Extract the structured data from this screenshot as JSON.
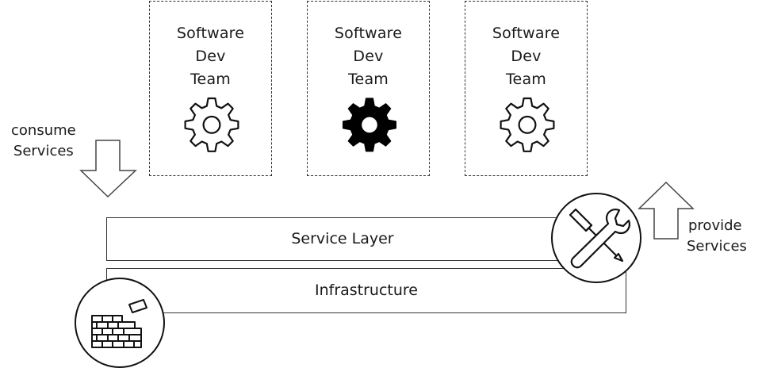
{
  "teams": [
    {
      "line1": "Software",
      "line2": "Dev",
      "line3": "Team",
      "gear_style": "outline",
      "icon": "gear-icon"
    },
    {
      "line1": "Software",
      "line2": "Dev",
      "line3": "Team",
      "gear_style": "filled",
      "icon": "gear-icon"
    },
    {
      "line1": "Software",
      "line2": "Dev",
      "line3": "Team",
      "gear_style": "outline",
      "icon": "gear-icon"
    }
  ],
  "consume": {
    "line1": "consume",
    "line2": "Services",
    "icon": "arrow-down-icon"
  },
  "provide": {
    "line1": "provide",
    "line2": "Services",
    "icon": "arrow-up-icon"
  },
  "layers": {
    "service": "Service Layer",
    "infrastructure": "Infrastructure"
  },
  "icons": {
    "tools": "wrench-screwdriver-icon",
    "wall": "brick-wall-icon"
  }
}
